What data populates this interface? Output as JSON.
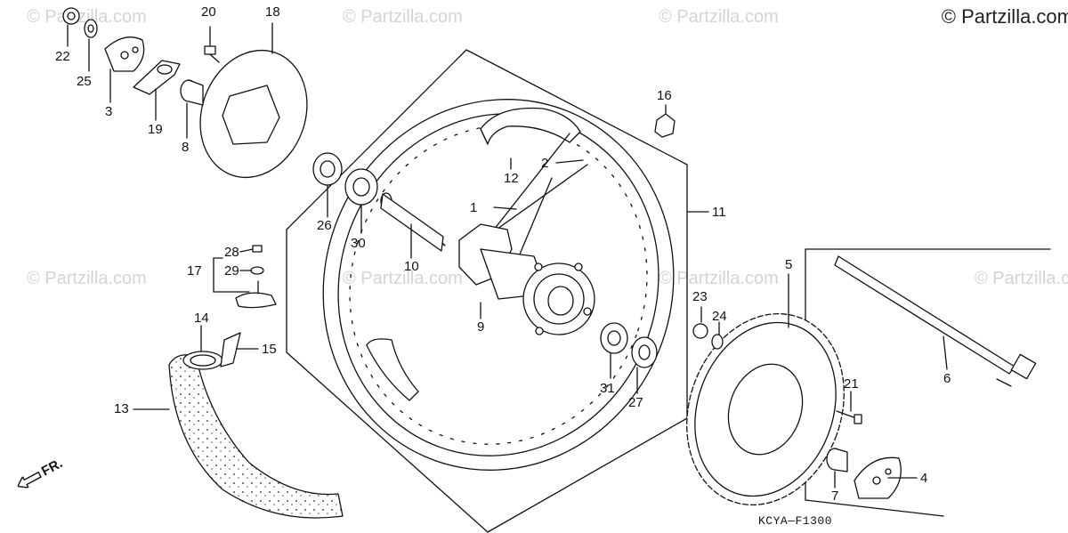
{
  "copyright": "© Partzilla.com",
  "watermark": "© Partzilla.com",
  "diagram_code": "KCYA—F1300",
  "direction_label": "FR.",
  "callouts": [
    {
      "num": "1"
    },
    {
      "num": "2"
    },
    {
      "num": "3"
    },
    {
      "num": "4"
    },
    {
      "num": "5"
    },
    {
      "num": "6"
    },
    {
      "num": "7"
    },
    {
      "num": "8"
    },
    {
      "num": "9"
    },
    {
      "num": "10"
    },
    {
      "num": "11"
    },
    {
      "num": "12"
    },
    {
      "num": "13"
    },
    {
      "num": "14"
    },
    {
      "num": "15"
    },
    {
      "num": "16"
    },
    {
      "num": "17"
    },
    {
      "num": "18"
    },
    {
      "num": "19"
    },
    {
      "num": "20"
    },
    {
      "num": "21"
    },
    {
      "num": "22"
    },
    {
      "num": "23"
    },
    {
      "num": "24"
    },
    {
      "num": "25"
    },
    {
      "num": "26"
    },
    {
      "num": "27"
    },
    {
      "num": "28"
    },
    {
      "num": "29"
    },
    {
      "num": "30"
    },
    {
      "num": "31"
    }
  ]
}
